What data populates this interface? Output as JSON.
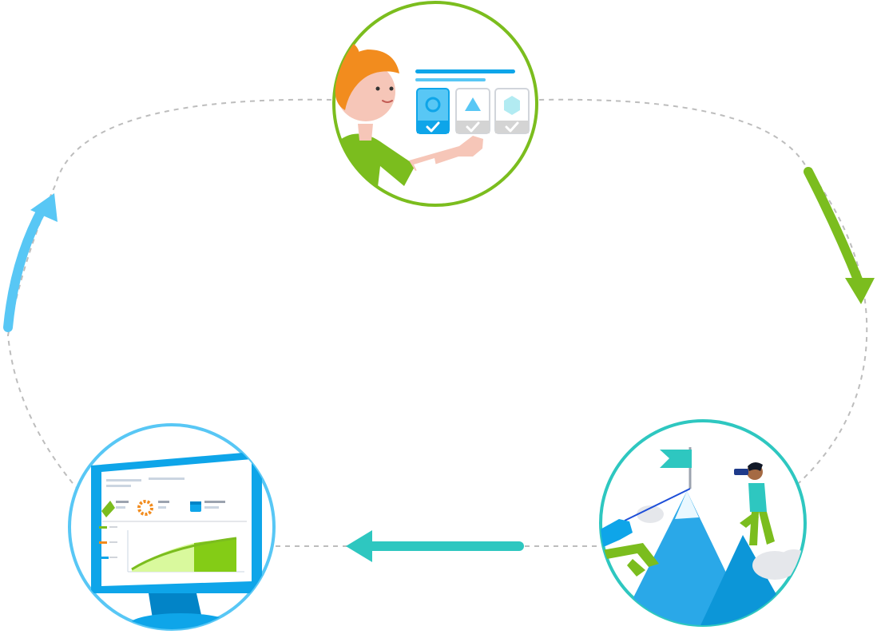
{
  "diagram": {
    "type": "cycle",
    "colors": {
      "background": "#ffffff",
      "dashed_path": "#bdbdbd",
      "green": "#7bbd1e",
      "teal": "#2ec7c0",
      "blue": "#58c7f5",
      "sky_blue": "#0ea5e9"
    },
    "nodes": [
      {
        "id": "choose-step",
        "icon": "person-selecting-options-icon",
        "accent": "#7bbd1e"
      },
      {
        "id": "achieve-step",
        "icon": "mountain-summit-icon",
        "accent": "#2ec7c0"
      },
      {
        "id": "analyze-step",
        "icon": "analytics-dashboard-icon",
        "accent": "#58c7f5"
      }
    ],
    "arrows": [
      {
        "id": "top-to-right",
        "accent": "#7bbd1e",
        "icon": "curved-arrow-down-icon"
      },
      {
        "id": "right-to-left",
        "accent": "#2ec7c0",
        "icon": "arrow-left-icon"
      },
      {
        "id": "left-to-top",
        "accent": "#58c7f5",
        "icon": "curved-arrow-up-icon"
      }
    ]
  }
}
